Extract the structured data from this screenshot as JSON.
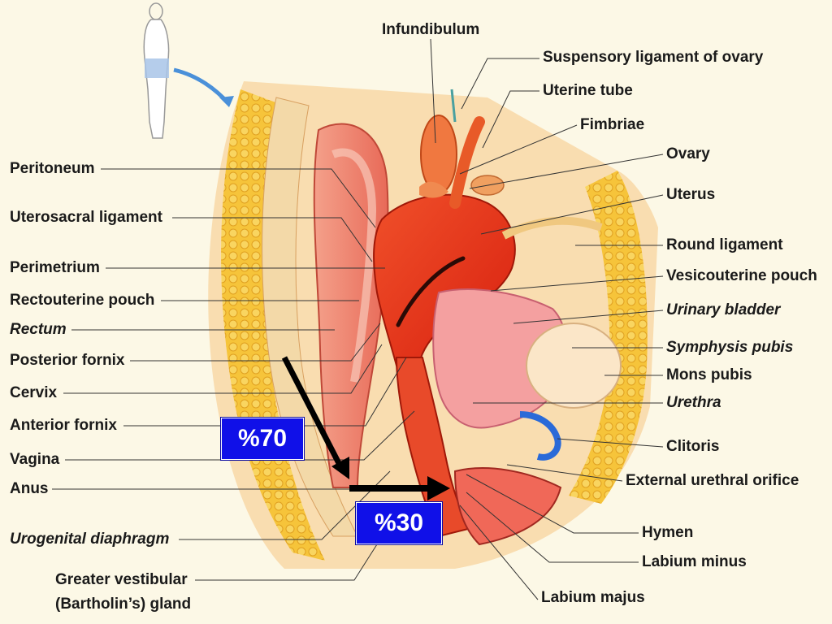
{
  "labels_left": [
    {
      "id": "peritoneum",
      "text": "Peritoneum",
      "italic": false
    },
    {
      "id": "uterosacral-ligament",
      "text": "Uterosacral ligament",
      "italic": false
    },
    {
      "id": "perimetrium",
      "text": "Perimetrium",
      "italic": false
    },
    {
      "id": "rectouterine-pouch",
      "text": "Rectouterine pouch",
      "italic": false
    },
    {
      "id": "rectum",
      "text": "Rectum",
      "italic": true
    },
    {
      "id": "posterior-fornix",
      "text": "Posterior fornix",
      "italic": false
    },
    {
      "id": "cervix",
      "text": "Cervix",
      "italic": false
    },
    {
      "id": "anterior-fornix",
      "text": "Anterior fornix",
      "italic": false
    },
    {
      "id": "vagina",
      "text": "Vagina",
      "italic": false
    },
    {
      "id": "anus",
      "text": "Anus",
      "italic": false
    },
    {
      "id": "urogenital-diaphragm",
      "text": "Urogenital diaphragm",
      "italic": true
    },
    {
      "id": "greater-vestibular-1",
      "text": "Greater vestibular",
      "italic": false
    },
    {
      "id": "greater-vestibular-2",
      "text": "(Bartholin’s) gland",
      "italic": false
    }
  ],
  "labels_right": [
    {
      "id": "infundibulum",
      "text": "Infundibulum",
      "italic": false
    },
    {
      "id": "suspensory-ligament",
      "text": "Suspensory ligament of ovary",
      "italic": false
    },
    {
      "id": "uterine-tube",
      "text": "Uterine tube",
      "italic": false
    },
    {
      "id": "fimbriae",
      "text": "Fimbriae",
      "italic": false
    },
    {
      "id": "ovary",
      "text": "Ovary",
      "italic": false
    },
    {
      "id": "uterus",
      "text": "Uterus",
      "italic": false
    },
    {
      "id": "round-ligament",
      "text": "Round ligament",
      "italic": false
    },
    {
      "id": "vesicouterine-pouch",
      "text": "Vesicouterine pouch",
      "italic": false
    },
    {
      "id": "urinary-bladder",
      "text": "Urinary bladder",
      "italic": true
    },
    {
      "id": "symphysis-pubis",
      "text": "Symphysis pubis",
      "italic": true
    },
    {
      "id": "mons-pubis",
      "text": "Mons pubis",
      "italic": false
    },
    {
      "id": "urethra",
      "text": "Urethra",
      "italic": true
    },
    {
      "id": "clitoris",
      "text": "Clitoris",
      "italic": false
    },
    {
      "id": "external-urethral-orifice",
      "text": "External urethral orifice",
      "italic": false
    },
    {
      "id": "hymen",
      "text": "Hymen",
      "italic": false
    },
    {
      "id": "labium-minus",
      "text": "Labium minus",
      "italic": false
    },
    {
      "id": "labium-majus",
      "text": "Labium majus",
      "italic": false
    }
  ],
  "badges": {
    "upper": "%70",
    "lower": "%30"
  },
  "colors": {
    "background": "#fcf8e6",
    "badge": "#1010e8",
    "uterus": "#e8301c",
    "fat": "#f5b830",
    "leader": "#333333"
  }
}
